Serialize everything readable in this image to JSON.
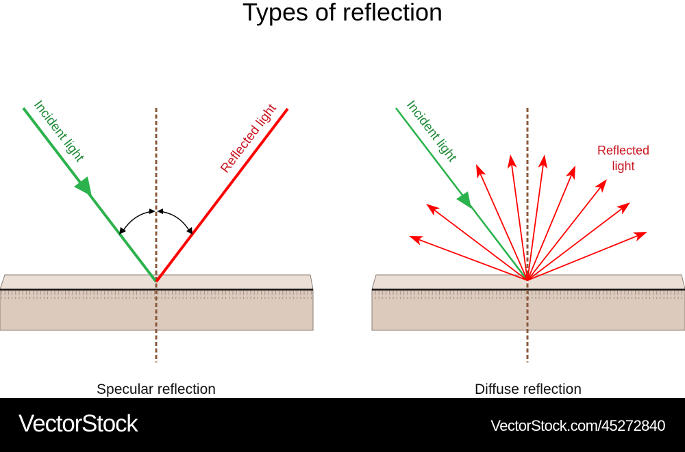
{
  "title": "Types of reflection",
  "colors": {
    "incident": "#2bb24c",
    "incident_label": "#1f8a37",
    "reflected": "#ff0000",
    "reflected_label": "#c8141e",
    "normal": "#8b5a3c",
    "surface_top": "#ecdfd6",
    "surface_front": "#dccabd",
    "surface_edge": "#8a7d74",
    "footer_bg": "#000000"
  },
  "panels": [
    {
      "id": "specular",
      "caption": "Specular reflection",
      "incident_label": "Incident light",
      "reflected_label": "Reflected light",
      "angle_marker": "angle of incidence equals angle of reflection"
    },
    {
      "id": "diffuse",
      "caption": "Diffuse reflection",
      "incident_label": "Incident light",
      "reflected_label_line1": "Reflected",
      "reflected_label_line2": "light",
      "reflected_ray_count": 9
    }
  ],
  "footer": {
    "brand": "VectorStock",
    "reference": "VectorStock.com/45272840"
  }
}
